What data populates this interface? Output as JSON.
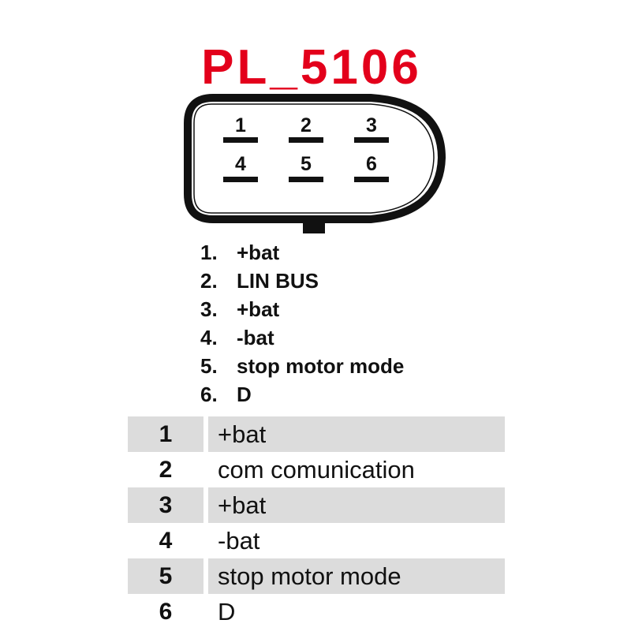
{
  "title": "PL_5106",
  "colors": {
    "title": "#e3001b",
    "shade": "#dcdcdc",
    "line": "#111111"
  },
  "connector": {
    "pins": [
      "1",
      "2",
      "3",
      "4",
      "5",
      "6"
    ]
  },
  "legend": [
    {
      "num": "1.",
      "label": "+bat"
    },
    {
      "num": "2.",
      "label": "LIN BUS"
    },
    {
      "num": "3.",
      "label": "+bat"
    },
    {
      "num": "4.",
      "label": "-bat"
    },
    {
      "num": "5.",
      "label": "stop motor mode"
    },
    {
      "num": "6.",
      "label": "D"
    }
  ],
  "table": [
    {
      "num": "1",
      "label": "+bat",
      "shaded": true
    },
    {
      "num": "2",
      "label": "com comunication",
      "shaded": false
    },
    {
      "num": "3",
      "label": "+bat",
      "shaded": true
    },
    {
      "num": "4",
      "label": "-bat",
      "shaded": false
    },
    {
      "num": "5",
      "label": "stop motor mode",
      "shaded": true
    },
    {
      "num": "6",
      "label": "D",
      "shaded": false
    }
  ]
}
